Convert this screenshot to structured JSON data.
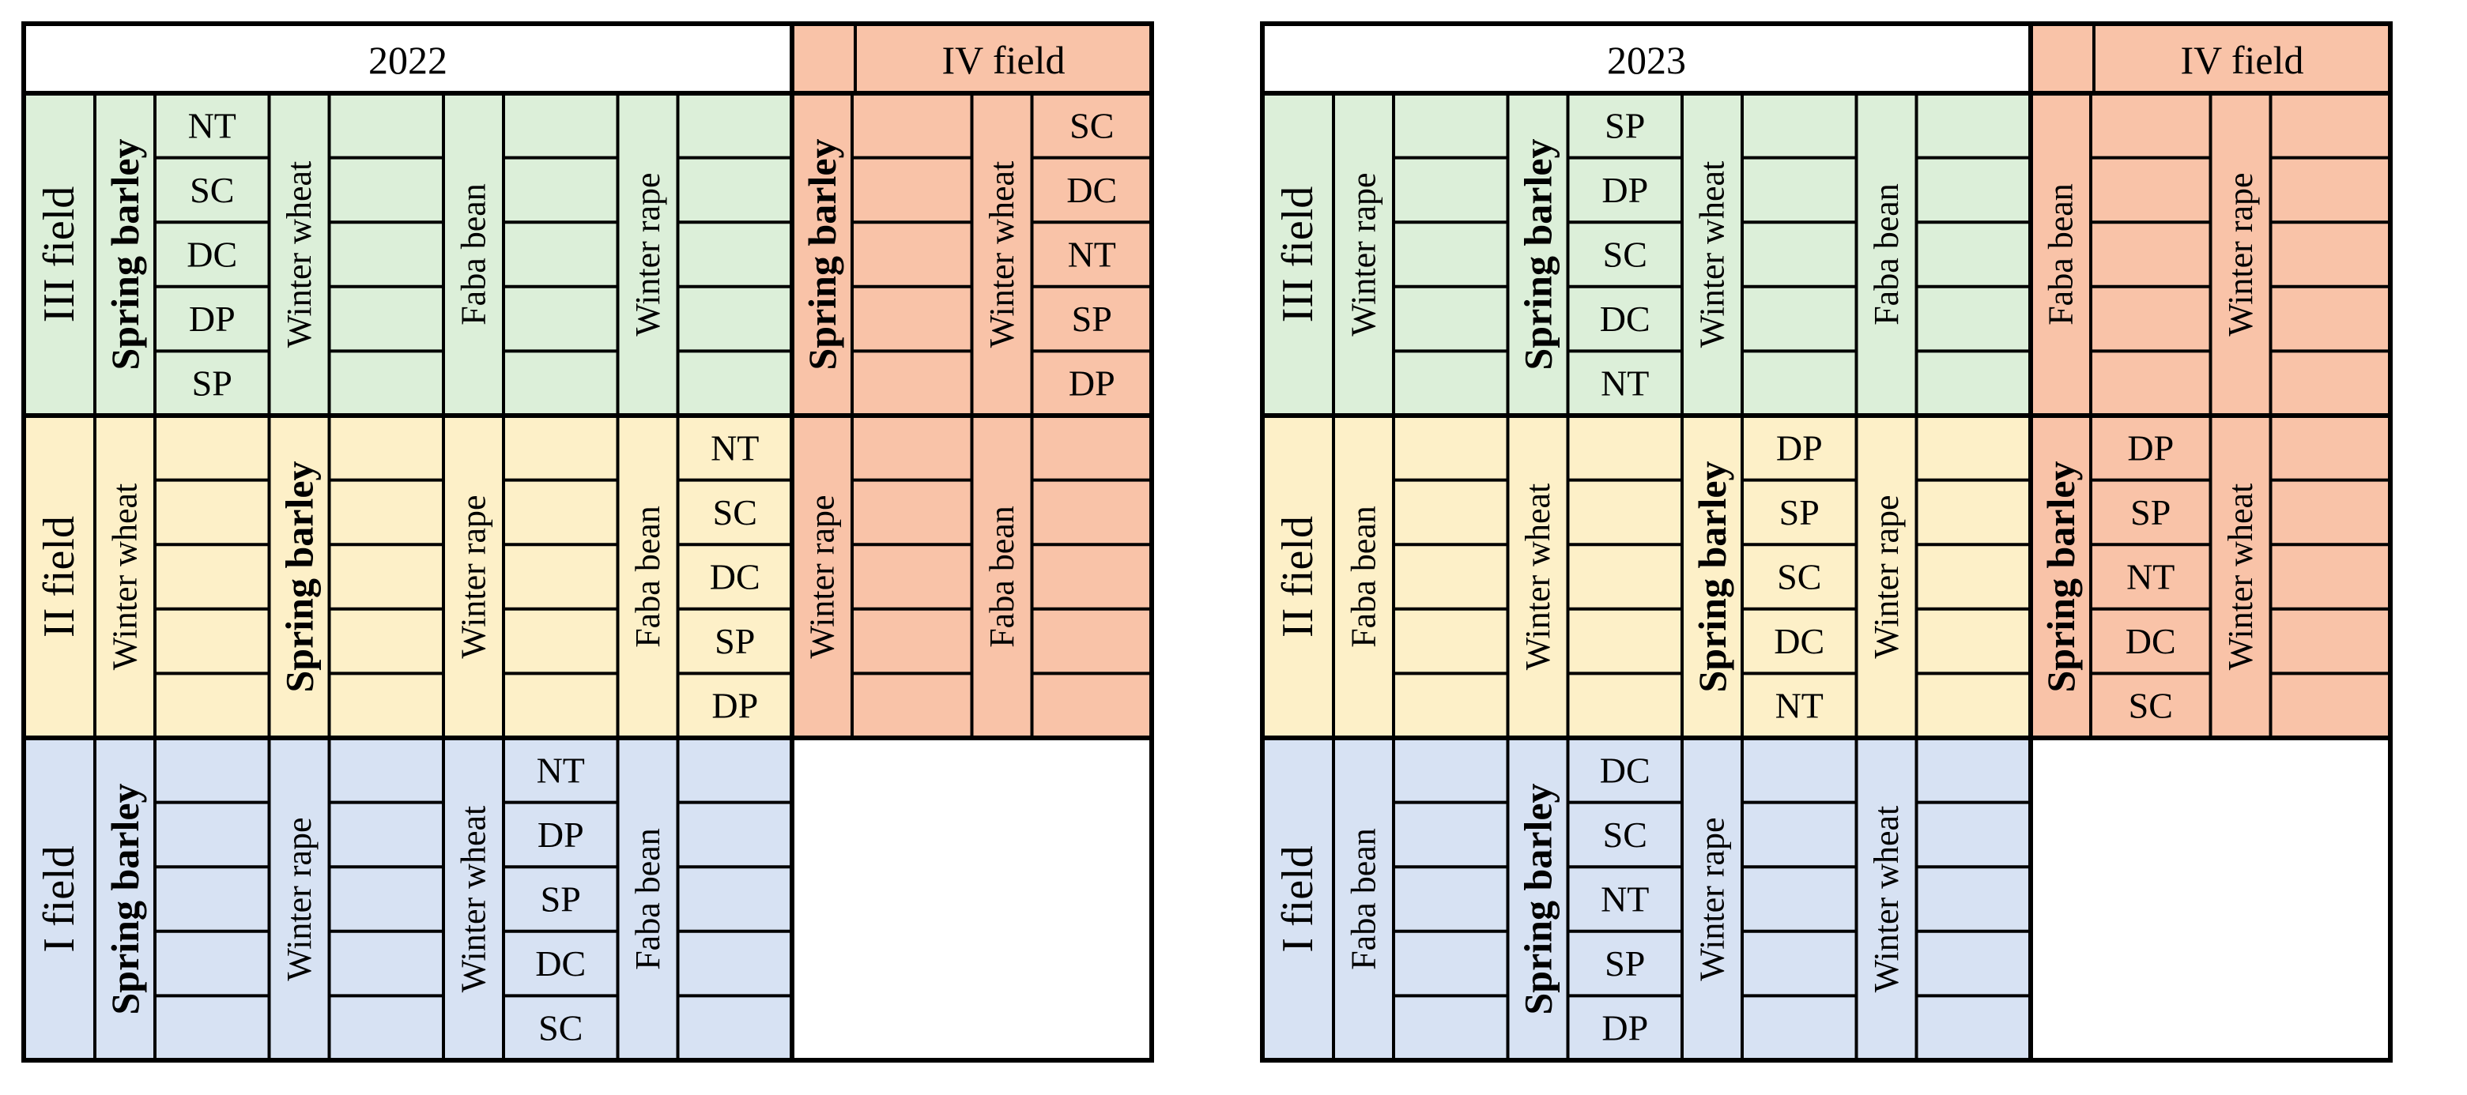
{
  "colors": {
    "green": "#dcefd9",
    "yellow": "#fdf0c8",
    "blue": "#d7e2f3",
    "orange": "#f9c3a8",
    "white": "#ffffff",
    "line": "#000000"
  },
  "panels": [
    {
      "year": "2022",
      "iv_label": "IV field",
      "fields": [
        {
          "label": "III field",
          "color": "green",
          "strips": [
            {
              "crop": "Spring barley",
              "bold": true,
              "labels": [
                "NT",
                "SC",
                "DC",
                "DP",
                "SP"
              ]
            },
            {
              "crop": "Winter wheat",
              "bold": false,
              "labels": []
            },
            {
              "crop": "Faba bean",
              "bold": false,
              "labels": []
            },
            {
              "crop": "Winter rape",
              "bold": false,
              "labels": []
            }
          ]
        },
        {
          "label": "II field",
          "color": "yellow",
          "strips": [
            {
              "crop": "Winter wheat",
              "bold": false,
              "labels": []
            },
            {
              "crop": "Spring barley",
              "bold": true,
              "labels": []
            },
            {
              "crop": "Winter rape",
              "bold": false,
              "labels": []
            },
            {
              "crop": "Faba bean",
              "bold": false,
              "labels": [
                "NT",
                "SC",
                "DC",
                "SP",
                "DP"
              ]
            }
          ]
        },
        {
          "label": "I field",
          "color": "blue",
          "strips": [
            {
              "crop": "Spring barley",
              "bold": true,
              "labels": []
            },
            {
              "crop": "Winter rape",
              "bold": false,
              "labels": []
            },
            {
              "crop": "Winter wheat",
              "bold": false,
              "labels": [
                "NT",
                "DP",
                "SP",
                "DC",
                "SC"
              ]
            },
            {
              "crop": "Faba bean",
              "bold": false,
              "labels": []
            }
          ]
        }
      ],
      "iv_blocks": [
        {
          "strips": [
            {
              "crop": "Spring barley",
              "bold": true,
              "labels": []
            },
            {
              "crop": "Winter wheat",
              "bold": false,
              "labels": [
                "SC",
                "DC",
                "NT",
                "SP",
                "DP"
              ]
            }
          ]
        },
        {
          "strips": [
            {
              "crop": "Winter rape",
              "bold": false,
              "labels": []
            },
            {
              "crop": "Faba bean",
              "bold": false,
              "labels": []
            }
          ]
        }
      ]
    },
    {
      "year": "2023",
      "iv_label": "IV field",
      "fields": [
        {
          "label": "III field",
          "color": "green",
          "strips": [
            {
              "crop": "Winter rape",
              "bold": false,
              "labels": []
            },
            {
              "crop": "Spring barley",
              "bold": true,
              "labels": [
                "SP",
                "DP",
                "SC",
                "DC",
                "NT"
              ]
            },
            {
              "crop": "Winter wheat",
              "bold": false,
              "labels": []
            },
            {
              "crop": "Faba bean",
              "bold": false,
              "labels": []
            }
          ]
        },
        {
          "label": "II field",
          "color": "yellow",
          "strips": [
            {
              "crop": "Faba bean",
              "bold": false,
              "labels": []
            },
            {
              "crop": "Winter wheat",
              "bold": false,
              "labels": []
            },
            {
              "crop": "Spring barley",
              "bold": true,
              "labels": [
                "DP",
                "SP",
                "SC",
                "DC",
                "NT"
              ]
            },
            {
              "crop": "Winter rape",
              "bold": false,
              "labels": []
            }
          ]
        },
        {
          "label": "I field",
          "color": "blue",
          "strips": [
            {
              "crop": "Faba bean",
              "bold": false,
              "labels": []
            },
            {
              "crop": "Spring barley",
              "bold": true,
              "labels": [
                "DC",
                "SC",
                "NT",
                "SP",
                "DP"
              ]
            },
            {
              "crop": "Winter rape",
              "bold": false,
              "labels": []
            },
            {
              "crop": "Winter wheat",
              "bold": false,
              "labels": []
            }
          ]
        }
      ],
      "iv_blocks": [
        {
          "strips": [
            {
              "crop": "Faba bean",
              "bold": false,
              "labels": []
            },
            {
              "crop": "Winter rape",
              "bold": false,
              "labels": []
            }
          ]
        },
        {
          "strips": [
            {
              "crop": "Spring barley",
              "bold": true,
              "labels": [
                "DP",
                "SP",
                "NT",
                "DC",
                "SC"
              ]
            },
            {
              "crop": "Winter wheat",
              "bold": false,
              "labels": []
            }
          ]
        }
      ]
    }
  ]
}
